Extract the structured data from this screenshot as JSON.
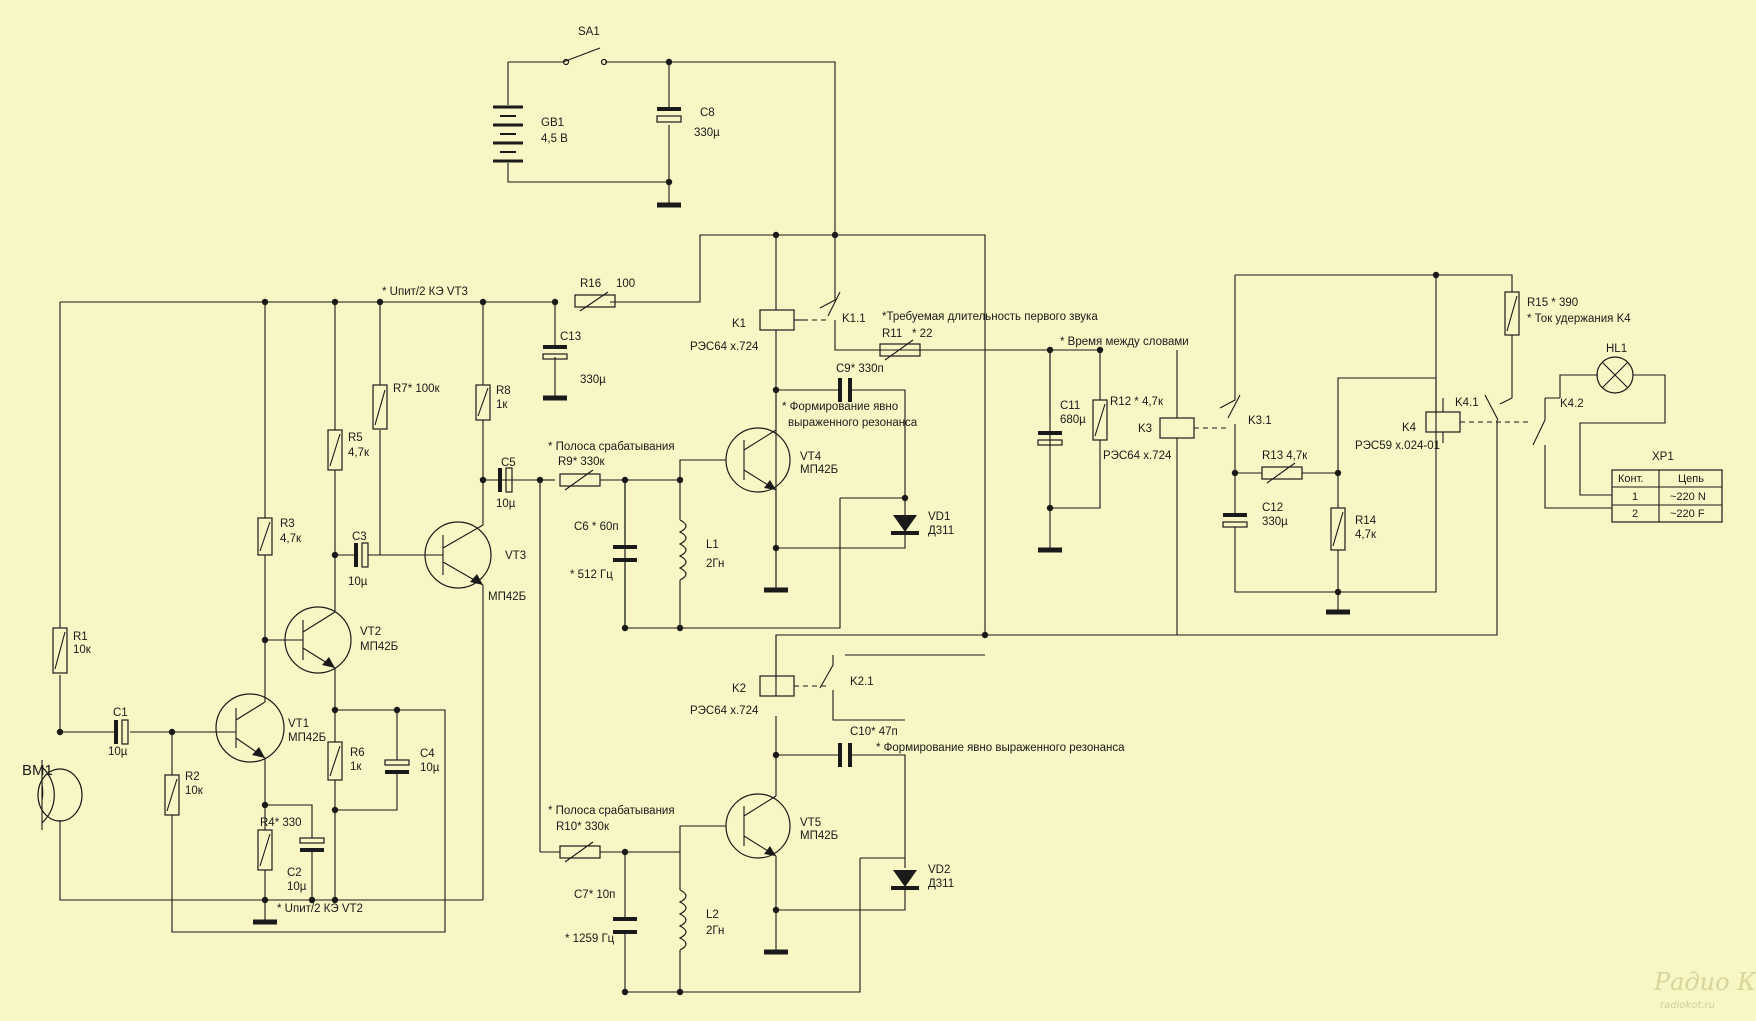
{
  "labels": {
    "sa1": "SA1",
    "gb1": "GB1",
    "gb1_val": "4,5 В",
    "c8": "C8",
    "c8_val": "330µ",
    "uvt3_note": "* Uпит/2 КЭ VT3",
    "r16": "R16",
    "r16_val": "100",
    "c13": "C13",
    "c13_val": "330µ",
    "k1": "K1",
    "k1_type": "РЭС64 х.724",
    "k11": "K1.1",
    "r11_note": "*Требуемая длительность первого звука",
    "r11": "R11",
    "r11_val": "* 22",
    "time_note": "* Время между словами",
    "r7": "R7* 100к",
    "r8": "R8",
    "r8_val": "1к",
    "r5": "R5",
    "r5_val": "4,7к",
    "c9": "C9* 330п",
    "c9_note1": "* Формирование явно",
    "c9_note2": "выраженного резонанса",
    "vt4": "VT4",
    "vt4_type": "МП42Б",
    "band_note1": "* Полоса срабатывания",
    "r9": "R9* 330к",
    "c5": "C5",
    "c5_val": "10µ",
    "c11": "C11",
    "c11_val": "680µ",
    "r12": "R12 * 4,7к",
    "k3": "K3",
    "k3_type": "РЭС64 х.724",
    "k31": "K3.1",
    "r13": "R13 4,7к",
    "c12": "C12",
    "c12_val": "330µ",
    "r14": "R14",
    "r14_val": "4,7к",
    "k4": "K4",
    "k4_type": "РЭС59 х.024-01",
    "k41": "K4.1",
    "k42": "K4.2",
    "r15": "R15 * 390",
    "r15_note": "* Ток удержания K4",
    "hl1": "HL1",
    "xp1": "XP1",
    "r3": "R3",
    "r3_val": "4,7к",
    "c3": "C3",
    "c3_val": "10µ",
    "vt3": "VT3",
    "vt3_type": "МП42Б",
    "c6": "C6 * 60п",
    "f1": "* 512 Гц",
    "l1": "L1",
    "l1_val": "2Гн",
    "vd1": "VD1",
    "vd1_type": "Д311",
    "vt2": "VT2",
    "vt2_type": "МП42Б",
    "r1": "R1",
    "r1_val": "10к",
    "c1": "C1",
    "c1_val": "10µ",
    "vt1": "VT1",
    "vt1_type": "МП42Б",
    "r6": "R6",
    "r6_val": "1к",
    "c4": "C4",
    "c4_val": "10µ",
    "k2": "K2",
    "k2_type": "РЭС64 х.724",
    "k21": "K2.1",
    "c10": "C10* 47п",
    "c10_note": "* Формирование явно выраженного резонанса",
    "bm1": "BM1",
    "r2": "R2",
    "r2_val": "10к",
    "r4": "R4* 330",
    "c2": "C2",
    "c2_val": "10µ",
    "uvt2_note": "* Uпит/2 КЭ VT2",
    "band_note2": "* Полоса срабатывания",
    "r10": "R10* 330к",
    "vt5": "VT5",
    "vt5_type": "МП42Б",
    "c7": "C7* 10п",
    "f2": "* 1259 Гц",
    "l2": "L2",
    "l2_val": "2Гн",
    "vd2": "VD2",
    "vd2_type": "Д311",
    "watermark": "Радио КОТ",
    "watermark_url": "radiokot.ru"
  },
  "xp1_table": {
    "headers": [
      "Конт.",
      "Цепь"
    ],
    "rows": [
      [
        "1",
        "~220 N"
      ],
      [
        "2",
        "~220 F"
      ]
    ]
  }
}
